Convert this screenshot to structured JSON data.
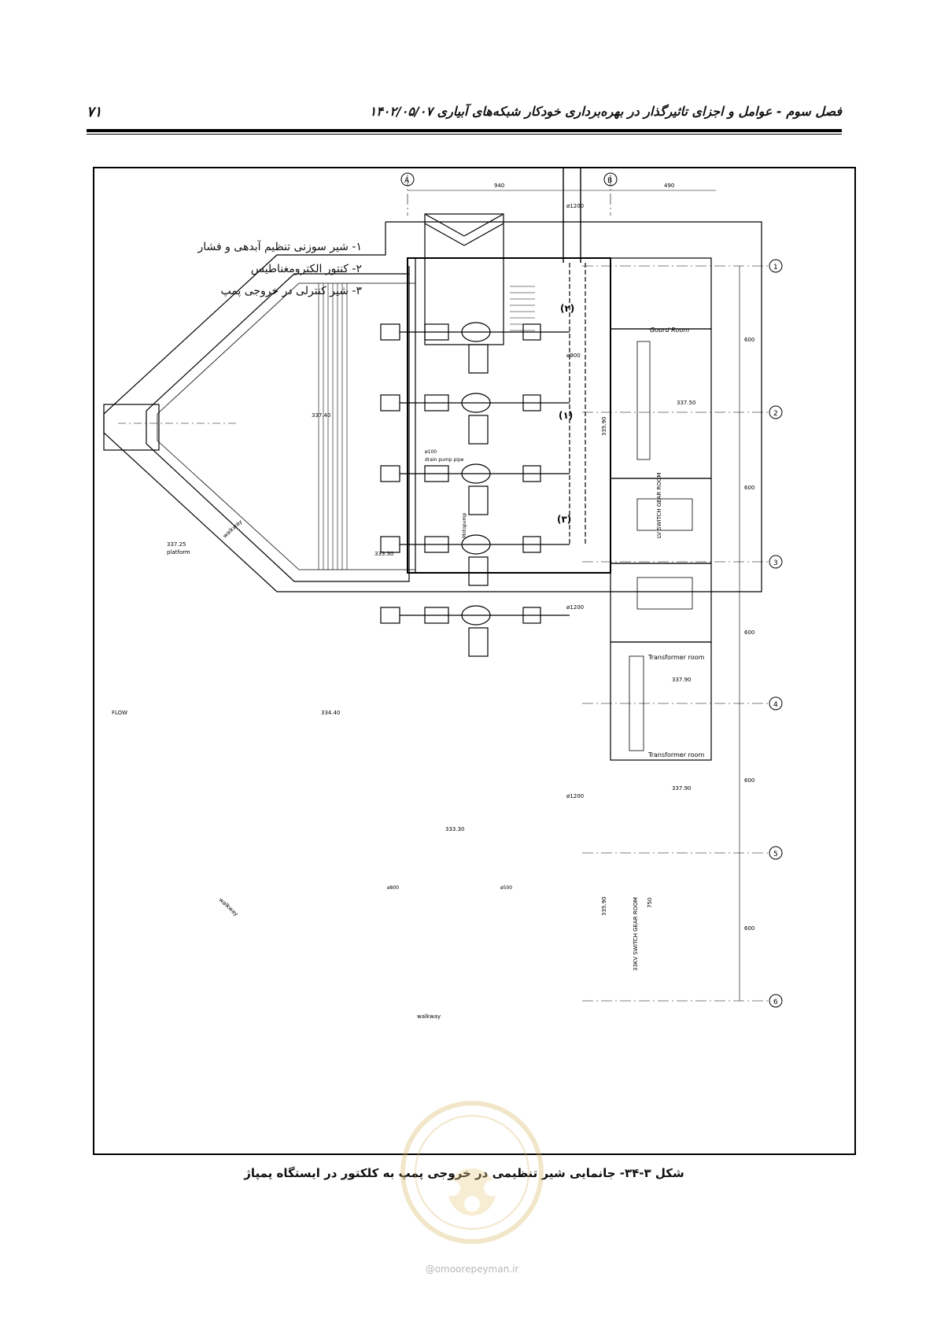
{
  "header": {
    "page_number": "۷۱",
    "running_title": "فصل سوم - عوامل و اجزای تاثیرگذار در بهره‌برداری خودکار شبکه‌های آبیاری  ۱۴۰۲/۰۵/۰۷"
  },
  "figure": {
    "caption": "شکل ۳-۳۴- جانمایی شیر تنظیمی در خروجی پمپ به کلکتور در ایستگاه پمپاژ",
    "legend": [
      "۱- شیر سوزنی تنظیم آبدهی و فشار",
      "۲- کنتور الکترومغناطیس",
      "۳- شیر کنترلی در خروجی پمپ"
    ],
    "plan": {
      "grid_letters": [
        "A",
        "B"
      ],
      "grid_numbers": [
        "1",
        "2",
        "3",
        "4",
        "5",
        "6"
      ],
      "dimensions": {
        "top_left": "940",
        "top_right": "490",
        "bays": [
          "600",
          "600",
          "600",
          "600",
          "600"
        ]
      },
      "pipe_labels": {
        "inlet": "ø1200",
        "collector_upper": "ø900",
        "collector_lower": "ø1200",
        "collector_lowest": "ø1200",
        "drain_size": "ø100",
        "drain": "drain pump pipe",
        "suction": "ø800",
        "discharge": "ø500"
      },
      "markers": {
        "one": "(۱)",
        "two": "(۲)",
        "three": "(۳)"
      },
      "rooms": {
        "guard": "Gourd Room",
        "lv": "LV SWITCH GEAR ROOM",
        "transformer": "Transformer room",
        "hv": "33KV SWITCH GEAR ROOM",
        "hv_dim": "750"
      },
      "labels": {
        "flow": "FLOW",
        "walkway": "walkway",
        "platform": "platform",
        "motopump": "Motopump"
      },
      "levels": {
        "top_left": "337.40",
        "platform": "337.25",
        "pool": "334.40",
        "floor": "333.30",
        "floor_lower": "333.30",
        "outlet": "335.90",
        "outlet_lower": "335.90",
        "lv": "337.50",
        "tr1": "337.90",
        "tr2": "337.90"
      }
    }
  },
  "watermark": {
    "url": "@omoorepeyman.ir"
  }
}
